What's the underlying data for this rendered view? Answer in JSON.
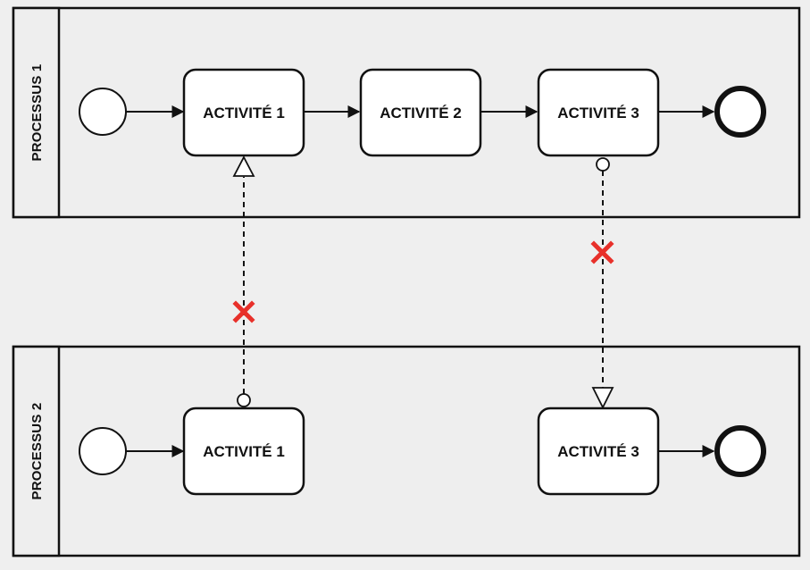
{
  "pools": [
    {
      "label": "PROCESSUS 1",
      "tasks": [
        "ACTIVITÉ 1",
        "ACTIVITÉ 2",
        "ACTIVITÉ 3"
      ]
    },
    {
      "label": "PROCESSUS 2",
      "tasks": [
        "ACTIVITÉ 1",
        "ACTIVITÉ 3"
      ]
    }
  ],
  "colors": {
    "line": "#111111",
    "background": "#eeeeee",
    "task_fill": "#ffffff",
    "invalid_flow_marker": "#e8302a"
  },
  "message_flows": [
    {
      "from": "PROCESSUS 2 / ACTIVITÉ 1",
      "to": "PROCESSUS 1 / ACTIVITÉ 1",
      "invalid": true
    },
    {
      "from": "PROCESSUS 1 / ACTIVITÉ 3",
      "to": "PROCESSUS 2 / ACTIVITÉ 3",
      "invalid": true
    }
  ]
}
